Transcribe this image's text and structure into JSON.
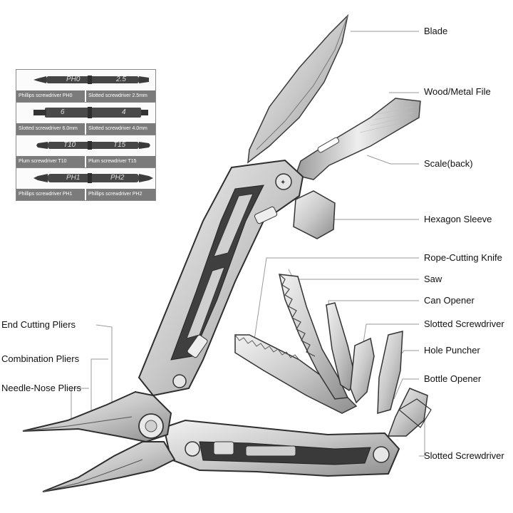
{
  "tool_labels": {
    "blade": "Blade",
    "wood_metal_file": "Wood/Metal File",
    "scale_back": "Scale(back)",
    "hexagon_sleeve": "Hexagon Sleeve",
    "rope_cutting_knife": "Rope-Cutting Knife",
    "saw": "Saw",
    "can_opener": "Can Opener",
    "slotted_screwdriver_1": "Slotted Screwdriver",
    "hole_puncher": "Hole Puncher",
    "bottle_opener": "Bottle Opener",
    "slotted_screwdriver_2": "Slotted Screwdriver",
    "end_cutting_pliers": "End Cutting Pliers",
    "combination_pliers": "Combination Pliers",
    "needle_nose_pliers": "Needle-Nose Pliers"
  },
  "bits": [
    {
      "left_caption": "Phillips screwdriver PH0",
      "right_caption": "Slotted screwdriver 2.5mm",
      "mark_left": "PH0",
      "mark_right": "2.5"
    },
    {
      "left_caption": "Slotted screwdriver 6.0mm",
      "right_caption": "Slotted screwdriver 4.0mm",
      "mark_left": "6",
      "mark_right": "4"
    },
    {
      "left_caption": "Plum screwdriver T10",
      "right_caption": "Plum screwdriver T15",
      "mark_left": "T10",
      "mark_right": "T15"
    },
    {
      "left_caption": "Phillips screwdriver PH1",
      "right_caption": "Phillips screwdriver PH2",
      "mark_left": "PH1",
      "mark_right": "PH2"
    }
  ],
  "colors": {
    "steel_light": "#e4e4e4",
    "steel_mid": "#b5b5b5",
    "steel_dark": "#6d6d6d",
    "outline": "#3a3a3a",
    "caption_bg": "#7b7b7b",
    "bit_dark": "#3c3c3c"
  }
}
